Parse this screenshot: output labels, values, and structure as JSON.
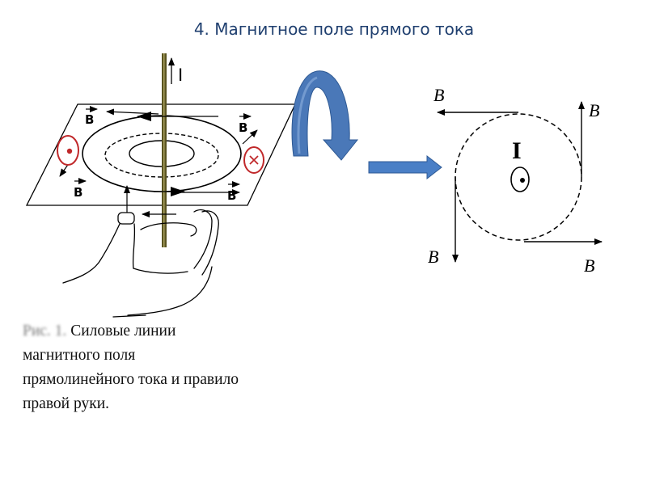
{
  "slide": {
    "title": "4. Магнитное поле прямого тока"
  },
  "figure_left": {
    "current_label": "I",
    "field_label": "B",
    "caption_prefix": "Рис. 1.",
    "caption_lines": [
      "Силовые линии",
      "магнитного поля",
      "прямолинейного тока и правило",
      "правой руки."
    ]
  },
  "figure_right": {
    "current_label": "I",
    "field_labels": [
      "B",
      "B",
      "B",
      "B"
    ]
  },
  "colors": {
    "title": "#1f3f6f",
    "curved_arrow": "#4a78b8",
    "straight_arrow": "#4a7fc6",
    "marker_circle": "#c0282a"
  }
}
